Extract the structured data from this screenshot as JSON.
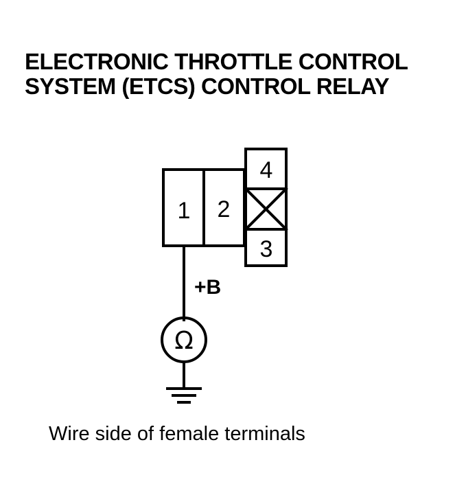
{
  "title": {
    "line1": "ELECTRONIC THROTTLE CONTROL",
    "line2": "SYSTEM (ETCS) CONTROL RELAY"
  },
  "connector": {
    "terminals": [
      {
        "label": "1"
      },
      {
        "label": "2"
      },
      {
        "label": "4"
      },
      {
        "label": "3"
      }
    ]
  },
  "supply_label": "+B",
  "meter_symbol": "Ω",
  "caption": "Wire side of female terminals"
}
